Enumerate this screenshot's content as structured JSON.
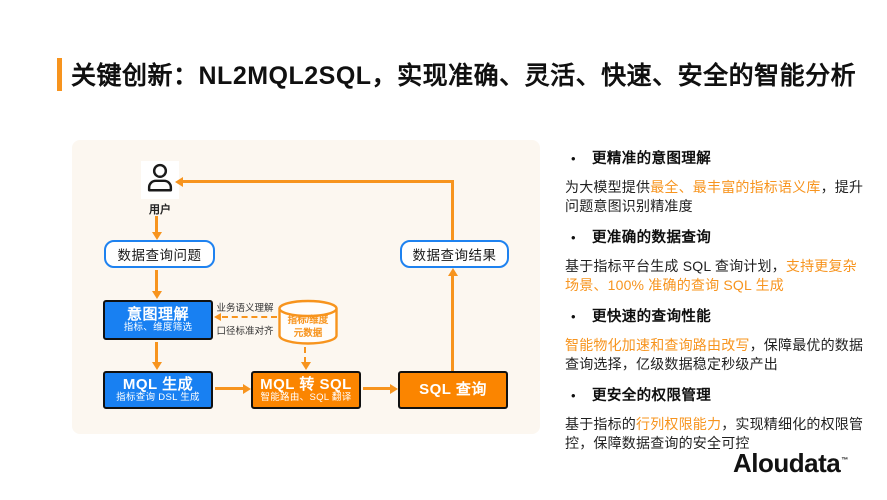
{
  "title": {
    "text": "关键创新：NL2MQL2SQL，实现准确、灵活、快速、安全的智能分析"
  },
  "colors": {
    "accent_orange": "#F7941E",
    "box_orange": "#FB8500",
    "box_blue": "#1880F2",
    "blue_border": "#1E82F0",
    "panel_bg": "#FCF7F0",
    "highlight_text": "#F7941E"
  },
  "flow": {
    "user_label": "用户",
    "question_box": "数据查询问题",
    "result_box": "数据查询结果",
    "intent_box": {
      "title": "意图理解",
      "subtitle": "指标、维度筛选"
    },
    "mql_box": {
      "title": "MQL 生成",
      "subtitle": "指标查询 DSL 生成"
    },
    "mql2sql_box": {
      "title": "MQL 转 SQL",
      "subtitle": "智能路由、SQL 翻译"
    },
    "sql_box": {
      "title": "SQL 查询"
    },
    "semantic_note": {
      "line1": "业务语义理解",
      "line2": "口径标准对齐"
    },
    "metadata_db": {
      "line1": "指标/维度",
      "line2": "元数据"
    }
  },
  "right": {
    "bullet": "•",
    "sections": [
      {
        "title": "更精准的意图理解",
        "pre": "为大模型提供",
        "highlight": "最全、最丰富的指标语义库",
        "post": "，提升问题意图识别精准度"
      },
      {
        "title": "更准确的数据查询",
        "pre": "基于指标平台生成 SQL 查询计划，",
        "highlight": "支持更复杂场景、100% 准确的查询 SQL 生成",
        "post": ""
      },
      {
        "title": "更快速的查询性能",
        "pre": "",
        "highlight": "智能物化加速和查询路由改写",
        "post": "，保障最优的数据查询选择，亿级数据稳定秒级产出"
      },
      {
        "title": "更安全的权限管理",
        "pre": "基于指标的",
        "highlight": "行列权限能力",
        "post": "，实现精细化的权限管控，保障数据查询的安全可控"
      }
    ]
  },
  "footer": {
    "logo": "Aloudata",
    "tm": "™"
  }
}
